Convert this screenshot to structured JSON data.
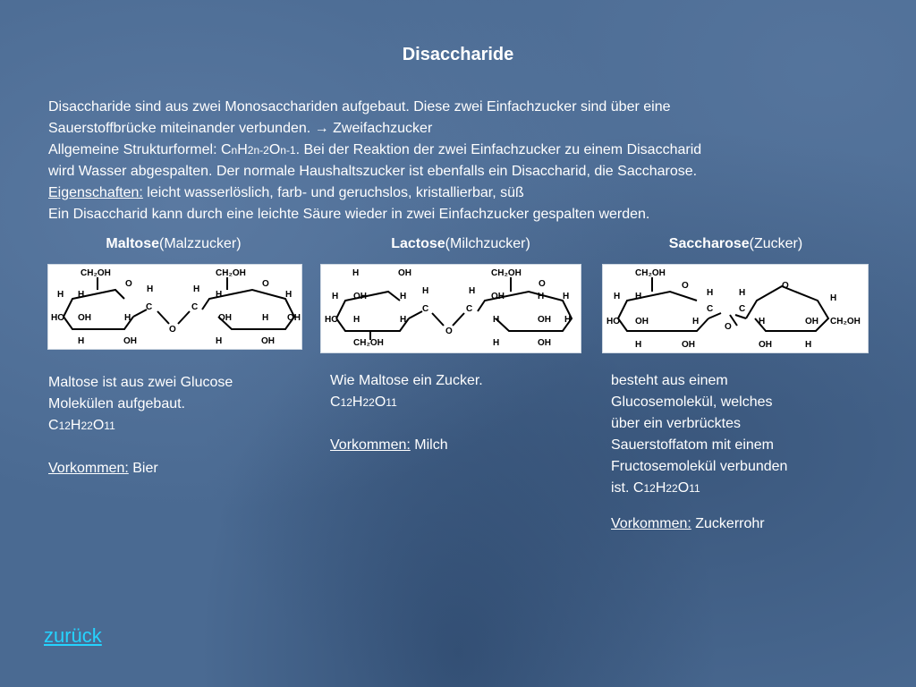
{
  "title": "Disaccharide",
  "intro": {
    "line1": "Disaccharide sind aus zwei Monosacchariden aufgebaut. Diese zwei Einfachzucker sind über eine",
    "line2": "Sauerstoffbrücke miteinander verbunden.",
    "arrow": "→",
    "line2b": "Zweifachzucker",
    "formula_prefix": "Allgemeine Strukturformel: ",
    "formula_c": "C",
    "formula_n1": "n",
    "formula_h": "H",
    "formula_2n2": "2n-2",
    "formula_o": "O",
    "formula_n3": "n-1",
    "formula_rest": ". Bei der Reaktion der zwei Einfachzucker zu einem Disaccharid",
    "line4": "wird Wasser abgespalten. Der normale Haushaltszucker ist ebenfalls ein Disaccharid, die Saccharose.",
    "properties_label": "Eigenschaften:",
    "properties_text": " leicht wasserlöslich, farb- und geruchslos, kristallierbar, süß",
    "line6": "Ein Disaccharid kann durch eine leichte Säure wieder in zwei Einfachzucker gespalten werden."
  },
  "maltose": {
    "name": "Maltose",
    "alt": "(Malzzucker)",
    "line1": "Maltose ist aus zwei Glucose",
    "line2": "Molekülen aufgebaut.",
    "f_c": "C",
    "f_12": "12",
    "f_h": "H",
    "f_22": "22",
    "f_o": "O",
    "f_11": "11",
    "occ_label": "Vorkommen:",
    "occ_text": " Bier"
  },
  "lactose": {
    "name": "Lactose",
    "alt": "(Milchzucker)",
    "line1": "Wie Maltose ein Zucker.",
    "f_c": "C",
    "f_12": "12",
    "f_h": "H",
    "f_22": "22",
    "f_o": "O",
    "f_11": "11",
    "occ_label": "Vorkommen:",
    "occ_text": " Milch"
  },
  "saccharose": {
    "name": "Saccharose",
    "alt": "(Zucker)",
    "line1": "besteht aus einem",
    "line2": "Glucosemolekül, welches",
    "line3": "über ein verbrücktes",
    "line4": "Sauerstoffatom mit einem",
    "line5": "Fructosemolekül verbunden",
    "line6": "ist. ",
    "f_c": "C",
    "f_12": "12",
    "f_h": "H",
    "f_22": "22",
    "f_o": "O",
    "f_11": "11",
    "occ_label": "Vorkommen:",
    "occ_text": " Zuckerrohr"
  },
  "structure_labels": {
    "ch2oh": "CH₂OH",
    "h": "H",
    "oh": "OH",
    "ho": "HO",
    "o": "O",
    "c": "C"
  },
  "back_link": "zurück"
}
